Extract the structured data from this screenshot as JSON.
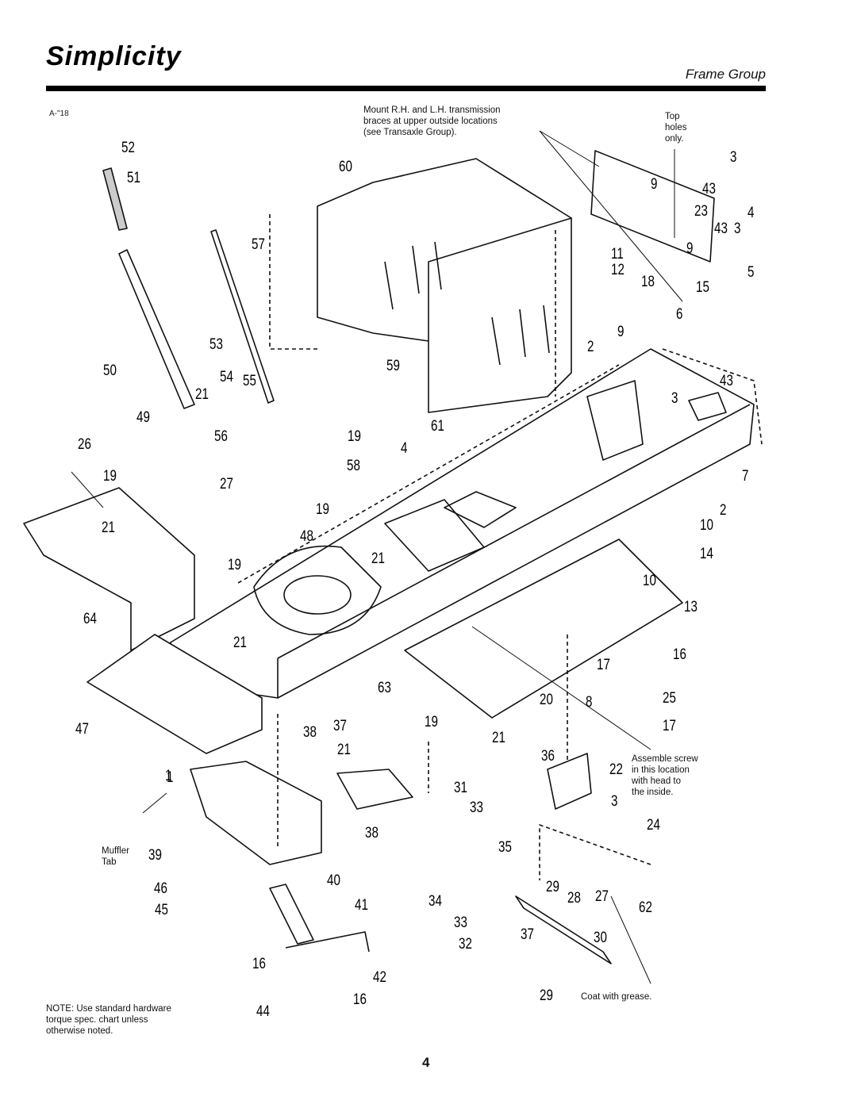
{
  "header": {
    "brand": "Simplicity",
    "section_title": "Frame Group",
    "figure_id": "A-\"18"
  },
  "notes": {
    "transmission_line1": "Mount R.H. and L.H. transmission",
    "transmission_line2": "braces at upper outside locations",
    "transmission_line3": "(see Transaxle Group).",
    "top_holes_line1": "Top",
    "top_holes_line2": "holes",
    "top_holes_line3": "only.",
    "assemble_line1": "Assemble screw",
    "assemble_line2": "in this location",
    "assemble_line3": "with head to",
    "assemble_line4": "the inside.",
    "muffler_line1": "Muffler",
    "muffler_line2": "Tab",
    "grease": "Coat with grease.",
    "torque_line1": "NOTE: Use standard hardware",
    "torque_line2": "torque spec. chart unless",
    "torque_line3": "otherwise noted."
  },
  "callouts": [
    "52",
    "51",
    "60",
    "57",
    "53",
    "54",
    "55",
    "50",
    "59",
    "21",
    "49",
    "56",
    "19",
    "58",
    "26",
    "61",
    "4",
    "19",
    "27",
    "19",
    "48",
    "21",
    "19",
    "21",
    "64",
    "21",
    "47",
    "1",
    "9",
    "3",
    "43",
    "23",
    "4",
    "43",
    "3",
    "9",
    "11",
    "12",
    "18",
    "15",
    "5",
    "6",
    "9",
    "2",
    "43",
    "3",
    "7",
    "2",
    "10",
    "14",
    "10",
    "13",
    "16",
    "17",
    "25",
    "8",
    "17",
    "20",
    "21",
    "63",
    "19",
    "37",
    "38",
    "21",
    "36",
    "22",
    "3",
    "31",
    "33",
    "38",
    "1",
    "39",
    "24",
    "35",
    "40",
    "46",
    "29",
    "28",
    "27",
    "62",
    "41",
    "34",
    "45",
    "33",
    "37",
    "30",
    "32",
    "16",
    "42",
    "29",
    "16",
    "44"
  ],
  "page_number": "4"
}
